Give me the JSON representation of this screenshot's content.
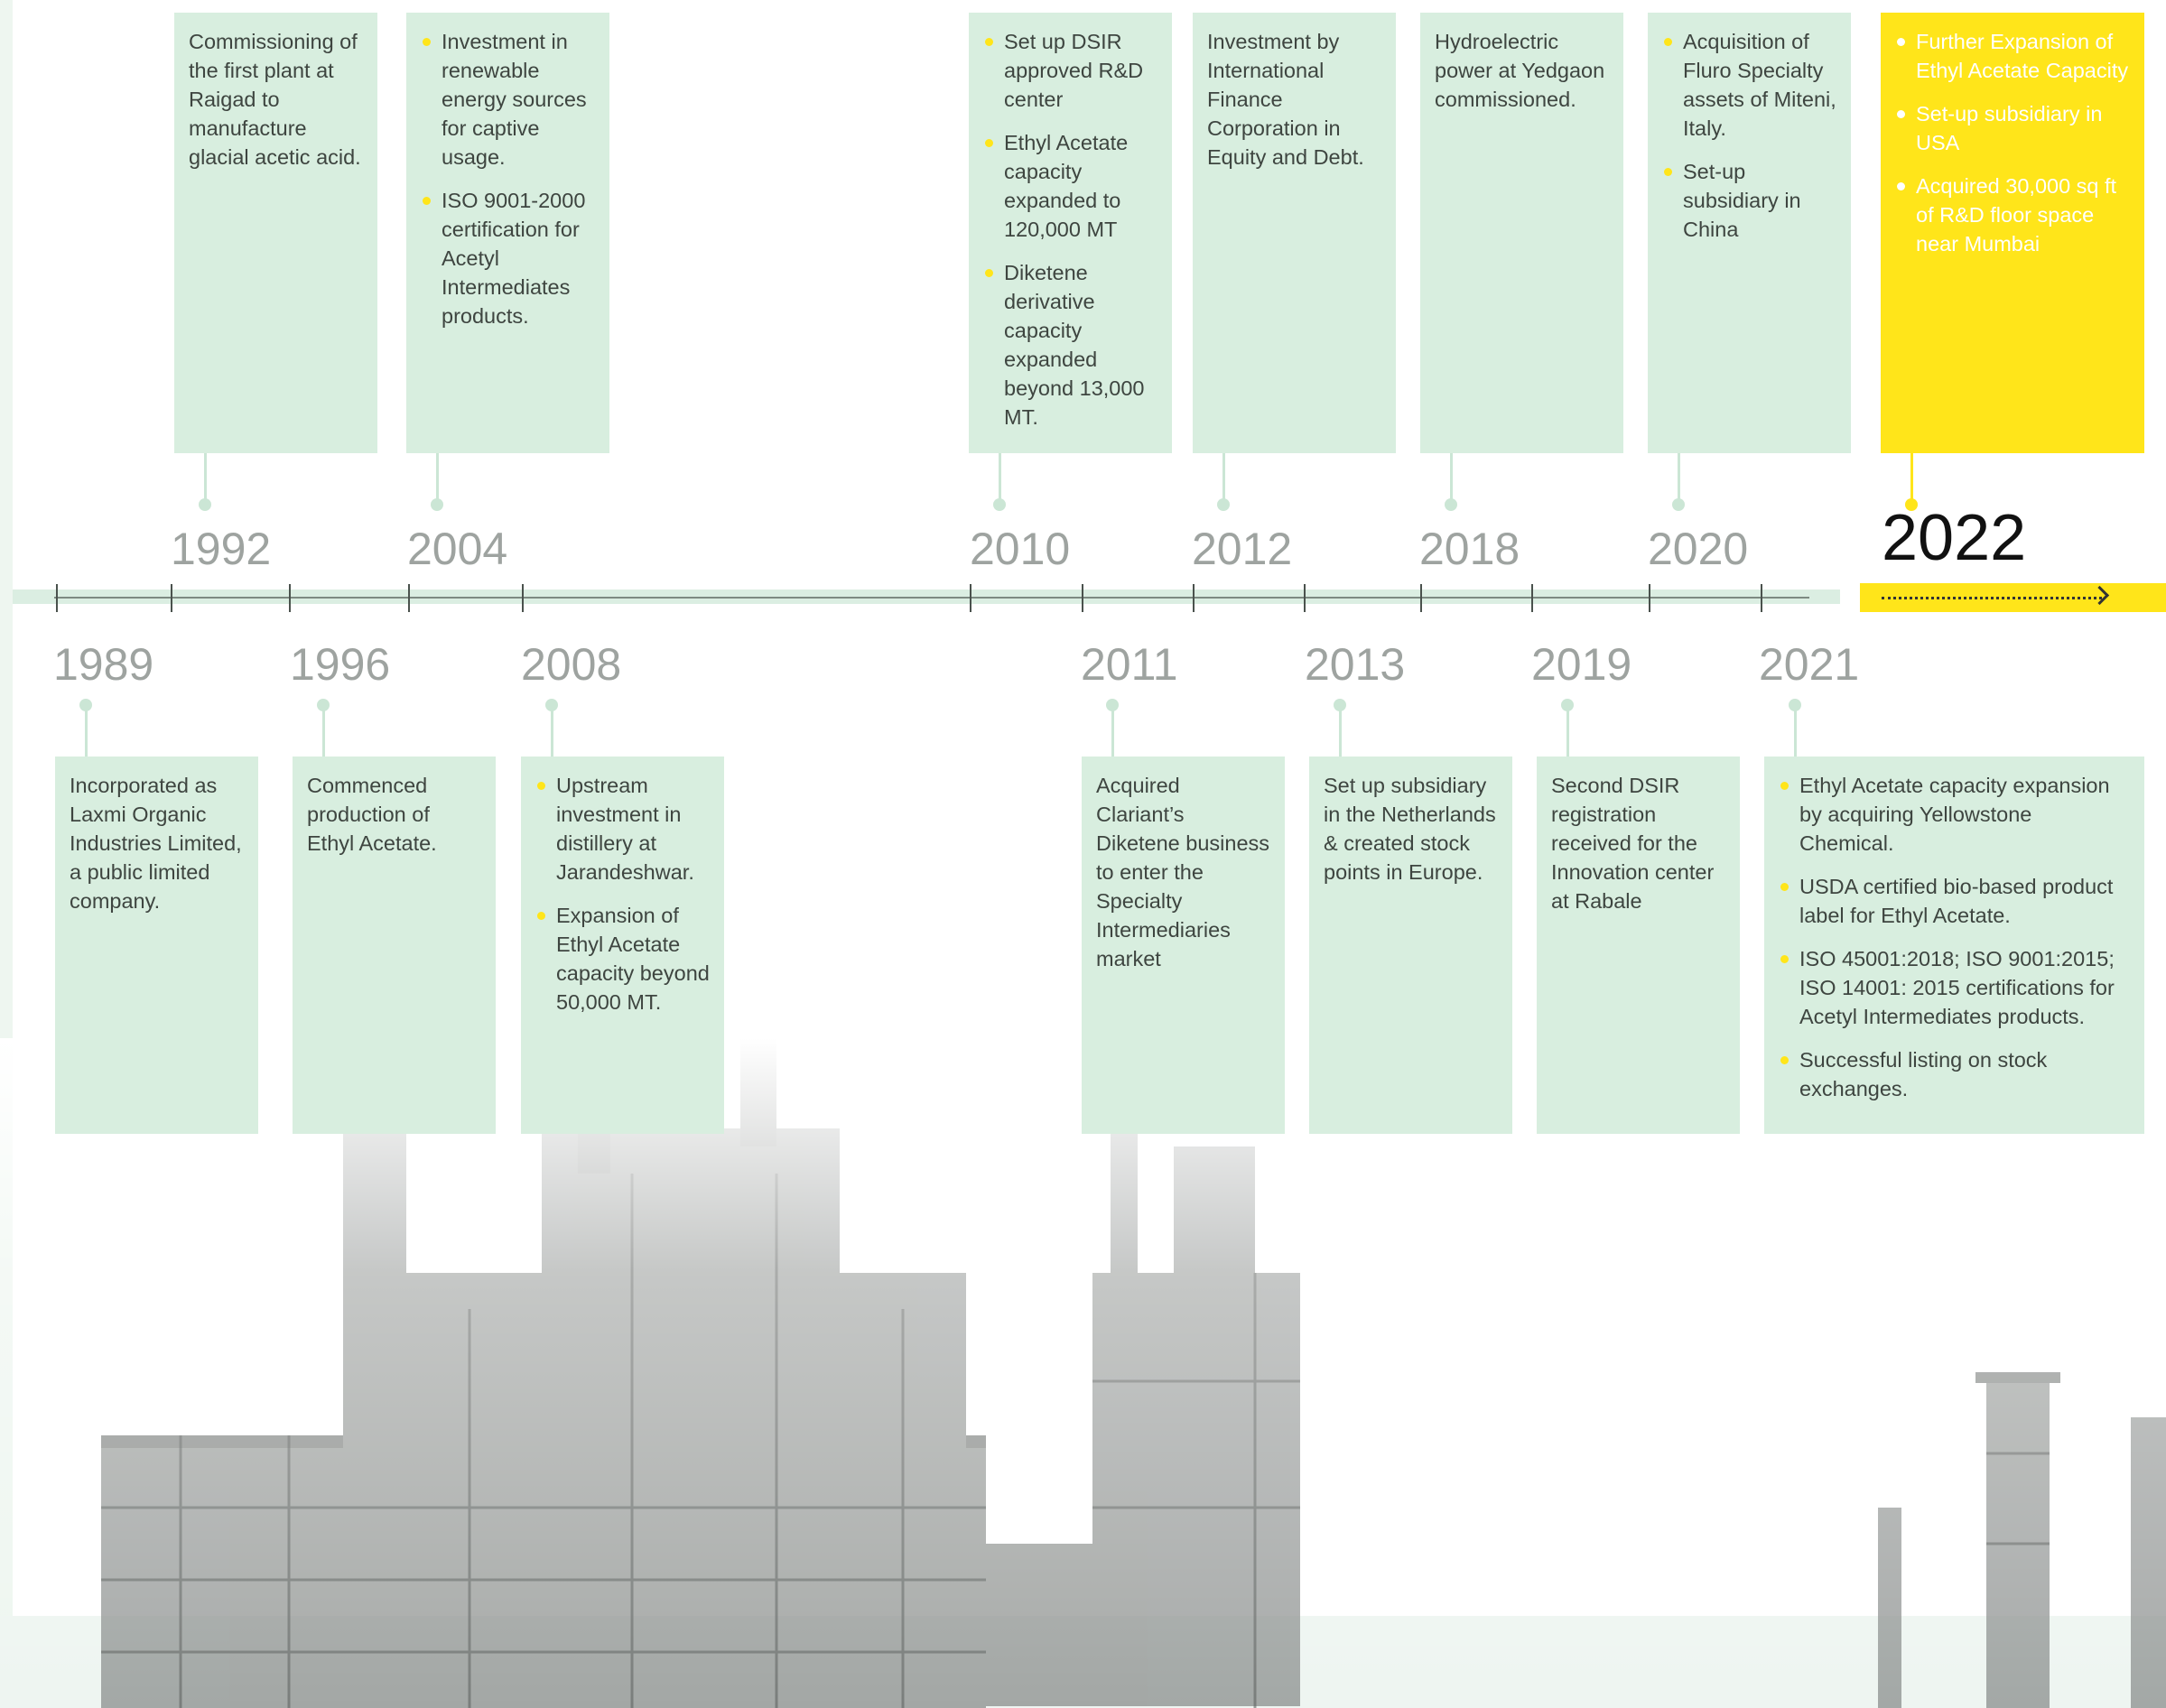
{
  "timeline": {
    "current_year": "2022",
    "events": [
      {
        "id": "e1989",
        "year": "1989",
        "side": "below",
        "items": [
          "Incorporated as Laxmi Organic Industries Limited, a public limited company."
        ],
        "bullets": false
      },
      {
        "id": "e1992",
        "year": "1992",
        "side": "above",
        "items": [
          "Commissioning of the first plant at Raigad to manufacture glacial acetic acid."
        ],
        "bullets": false
      },
      {
        "id": "e1996",
        "year": "1996",
        "side": "below",
        "items": [
          "Commenced production of Ethyl Acetate."
        ],
        "bullets": false
      },
      {
        "id": "e2004",
        "year": "2004",
        "side": "above",
        "items": [
          "Investment in renewable energy sources for captive usage.",
          "ISO 9001-2000 certification for Acetyl Intermediates products."
        ],
        "bullets": true
      },
      {
        "id": "e2008",
        "year": "2008",
        "side": "below",
        "items": [
          "Upstream investment in distillery at Jarandeshwar.",
          "Expansion of Ethyl Acetate capacity beyond 50,000 MT."
        ],
        "bullets": true
      },
      {
        "id": "e2010",
        "year": "2010",
        "side": "above",
        "items": [
          "Set up DSIR approved R&D center",
          "Ethyl Acetate capacity expanded to 120,000 MT",
          "Diketene derivative capacity expanded beyond 13,000 MT."
        ],
        "bullets": true
      },
      {
        "id": "e2011",
        "year": "2011",
        "side": "below",
        "items": [
          "Acquired Clariant’s Diketene business to enter the Specialty Intermediaries market"
        ],
        "bullets": false
      },
      {
        "id": "e2012",
        "year": "2012",
        "side": "above",
        "items": [
          "Investment by International Finance Corporation in Equity and Debt."
        ],
        "bullets": false
      },
      {
        "id": "e2013",
        "year": "2013",
        "side": "below",
        "items": [
          "Set up subsidiary in the Netherlands & created stock points in Europe."
        ],
        "bullets": false
      },
      {
        "id": "e2018",
        "year": "2018",
        "side": "above",
        "items": [
          "Hydroelectric power at Yedgaon commissioned."
        ],
        "bullets": false
      },
      {
        "id": "e2019",
        "year": "2019",
        "side": "below",
        "items": [
          "Second DSIR registration received for the Innovation center at Rabale"
        ],
        "bullets": false
      },
      {
        "id": "e2020",
        "year": "2020",
        "side": "above",
        "items": [
          "Acquisition of Fluro Specialty assets of Miteni, Italy.",
          "Set-up subsidiary in China"
        ],
        "bullets": true
      },
      {
        "id": "e2021",
        "year": "2021",
        "side": "below",
        "items": [
          "Ethyl Acetate capacity expansion by acquiring Yellowstone Chemical.",
          "USDA certified bio-based product label for Ethyl Acetate.",
          "ISO 45001:2018; ISO 9001:2015; ISO 14001: 2015 certifications for Acetyl Intermediates products.",
          "Successful listing on stock exchanges."
        ],
        "bullets": true
      },
      {
        "id": "e2022",
        "year": "2022",
        "side": "above",
        "items": [
          "Further Expansion of Ethyl Acetate Capacity",
          "Set-up subsidiary in USA",
          "Acquired 30,000 sq ft of R&D floor space near Mumbai"
        ],
        "bullets": true
      }
    ]
  },
  "colors": {
    "card_fill": "#d8eedf",
    "highlight": "#ffe51a",
    "year_text": "#9ea3a0",
    "current_year_text": "#111111",
    "body_text": "#3e4540",
    "axis": "#7d8a82"
  },
  "background": {
    "scene": "industrial-plant-silhouette"
  }
}
